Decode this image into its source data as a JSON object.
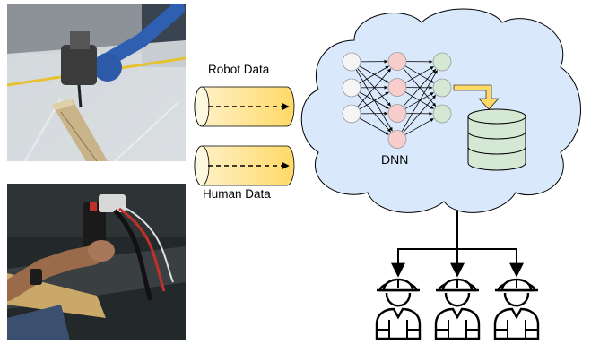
{
  "pipes": [
    {
      "label": "Robot Data"
    },
    {
      "label": "Human Data"
    }
  ],
  "network": {
    "label": "DNN",
    "layers": [
      3,
      4,
      3
    ]
  },
  "workers": {
    "count": 3,
    "icon": "construction-worker-icon"
  },
  "colors": {
    "cloud_fill": "#dae8fc",
    "cloud_stroke": "#000000",
    "input_node": "#f5f5f5",
    "hidden_node": "#f8cecc",
    "output_node": "#d5e8d4",
    "database": "#d5e8d4",
    "pipe_light": "#fff2cc",
    "pipe_dark": "#ffd966",
    "merge_arrow": "#ffd966"
  }
}
